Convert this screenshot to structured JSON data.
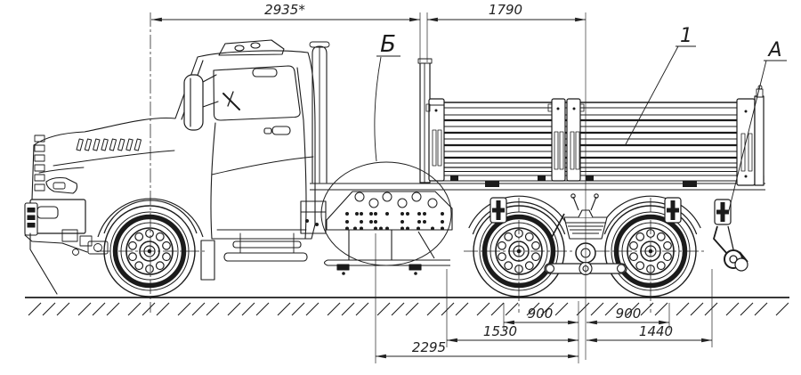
{
  "drawing": {
    "type": "technical-side-view-truck-drawing",
    "colors": {
      "background": "#ffffff",
      "line": "#1b1b1b",
      "dimension": "#222222"
    },
    "labels": {
      "detail_b": "Б",
      "item_1": "1",
      "view_a": "А"
    },
    "dimensions": {
      "overall_front": "2935*",
      "platform": "1790",
      "bogie_span_front": "900",
      "bogie_span_rear": "900",
      "span_1530": "1530",
      "span_1440": "1440",
      "span_2295": "2295"
    }
  }
}
